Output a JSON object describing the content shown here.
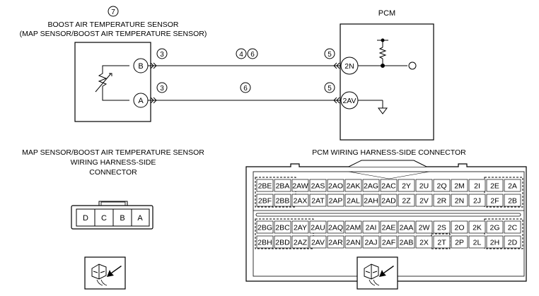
{
  "wiring": {
    "sensor_title_line1": "BOOST AIR TEMPERATURE SENSOR",
    "sensor_title_line2": "(MAP SENSOR/BOOST AIR TEMPERATURE SENSOR)",
    "sensor_callout": "7",
    "pcm_label": "PCM",
    "sensor_pins": [
      "B",
      "A"
    ],
    "pcm_pins": [
      "2N",
      "2AV"
    ],
    "wire_top_sensor_callout": "3",
    "wire_top_mid_callouts": [
      "4",
      "6"
    ],
    "wire_top_pcm_callout": "5",
    "wire_bottom_sensor_callout": "3",
    "wire_bottom_mid_callout": "6",
    "wire_bottom_pcm_callout": "5"
  },
  "sensor_connector": {
    "title_line1": "MAP SENSOR/BOOST AIR TEMPERATURE SENSOR",
    "title_line2": "WIRING HARNESS-SIDE",
    "title_line3": "CONNECTOR",
    "pins": [
      "D",
      "C",
      "B",
      "A"
    ]
  },
  "pcm_connector": {
    "title": "PCM WIRING HARNESS-SIDE CONNECTOR",
    "rows": [
      [
        "2BE",
        "2BA",
        "2AW",
        "2AS",
        "2AO",
        "2AK",
        "2AG",
        "2AC",
        "2Y",
        "2U",
        "2Q",
        "2M",
        "2I",
        "2E",
        "2A"
      ],
      [
        "2BF",
        "2BB",
        "2AX",
        "2AT",
        "2AP",
        "2AL",
        "2AH",
        "2AD",
        "2Z",
        "2V",
        "2R",
        "2N",
        "2J",
        "2F",
        "2B"
      ],
      [
        "2BG",
        "2BC",
        "2AY",
        "2AU",
        "2AQ",
        "2AM",
        "2AI",
        "2AE",
        "2AA",
        "2W",
        "2S",
        "2O",
        "2K",
        "2G",
        "2C"
      ],
      [
        "2BH",
        "2BD",
        "2AZ",
        "2AV",
        "2AR",
        "2AN",
        "2AJ",
        "2AF",
        "2AB",
        "2X",
        "2T",
        "2P",
        "2L",
        "2H",
        "2D"
      ]
    ]
  }
}
